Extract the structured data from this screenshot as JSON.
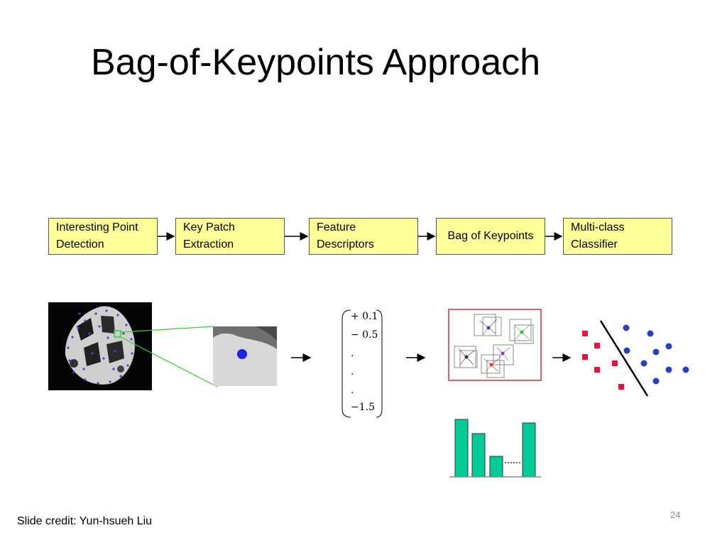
{
  "slide": {
    "title": "Bag-of-Keypoints Approach",
    "credit": "Slide credit: Yun-hsueh Liu",
    "page_number": "24"
  },
  "pipeline": [
    {
      "label": "Interesting Point\nDetection"
    },
    {
      "label": "Key Patch\nExtraction"
    },
    {
      "label": "Feature\nDescriptors"
    },
    {
      "label": "Bag of Keypoints"
    },
    {
      "label": "Multi-class\nClassifier"
    }
  ],
  "descriptor_vector": {
    "entries": [
      "+ 0.1",
      "− 0.5",
      ".",
      ".",
      ".",
      "−1.5"
    ]
  },
  "colors": {
    "box_fill": "#ffff99",
    "histogram_bar": "#00cc99",
    "class_a": "#e8123a",
    "class_b": "#2a3fc4",
    "patch_link": "#33cc33"
  }
}
